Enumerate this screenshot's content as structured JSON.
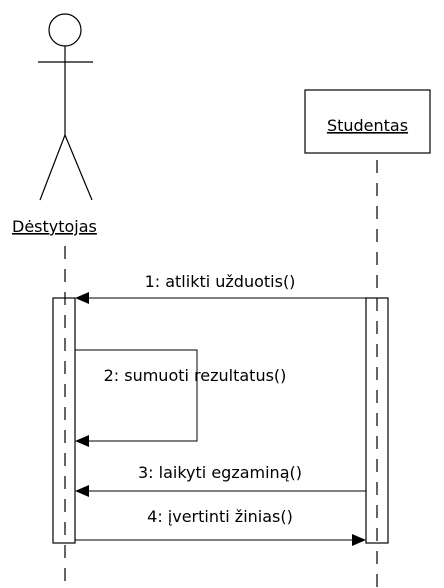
{
  "actors": {
    "teacher": {
      "name": "Dėstytojas"
    },
    "student": {
      "name": "Studentas"
    }
  },
  "messages": [
    {
      "number": "1",
      "label": "1: atlikti užduotis()"
    },
    {
      "number": "2",
      "label": "2: sumuoti rezultatus()"
    },
    {
      "number": "3",
      "label": "3: laikyti egzaminą()"
    },
    {
      "number": "4",
      "label": "4: įvertinti žinias()"
    }
  ]
}
